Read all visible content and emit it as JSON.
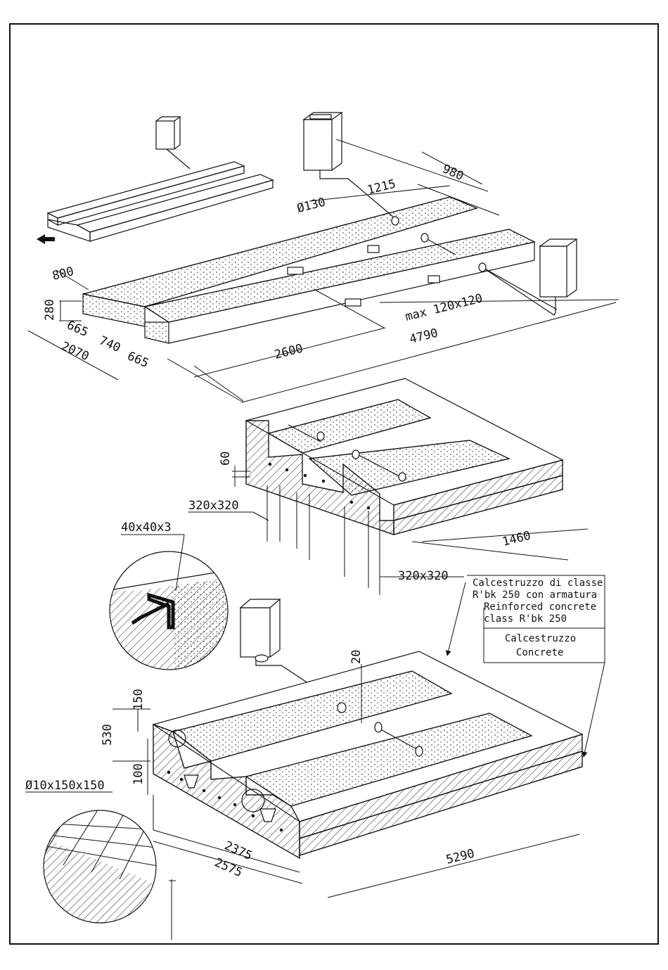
{
  "drawing": {
    "line_color": "#111111",
    "fill_concrete": "#ffffff",
    "hatch_color": "#222222"
  },
  "top_view": {
    "dim_980": "980",
    "dim_1215": "1215",
    "dim_pipe": "Ø130",
    "dim_800": "800",
    "dim_280": "280",
    "dim_665a": "665",
    "dim_740": "740",
    "dim_665b": "665",
    "dim_2070": "2070",
    "dim_2600": "2600",
    "dim_4790": "4790",
    "dim_grate": "max 120x120"
  },
  "middle_view": {
    "dim_60": "60",
    "dim_320a": "320x320",
    "dim_320b": "320x320",
    "dim_1460": "1460"
  },
  "bottom_view": {
    "dim_angle": "40x40x3",
    "dim_20": "20",
    "dim_150": "150",
    "dim_530": "530",
    "dim_100": "100",
    "dim_mesh": "Ø10x150x150",
    "dim_2375": "2375",
    "dim_2575": "2575",
    "dim_5290": "5290"
  },
  "legend": {
    "reinforced_it_1": "Calcestruzzo di classe",
    "reinforced_it_2": "R'bk 250 con armatura",
    "reinforced_en_1": "Reinforced concrete",
    "reinforced_en_2": "class R'bk 250",
    "plain_it": "Calcestruzzo",
    "plain_en": "Concrete"
  }
}
